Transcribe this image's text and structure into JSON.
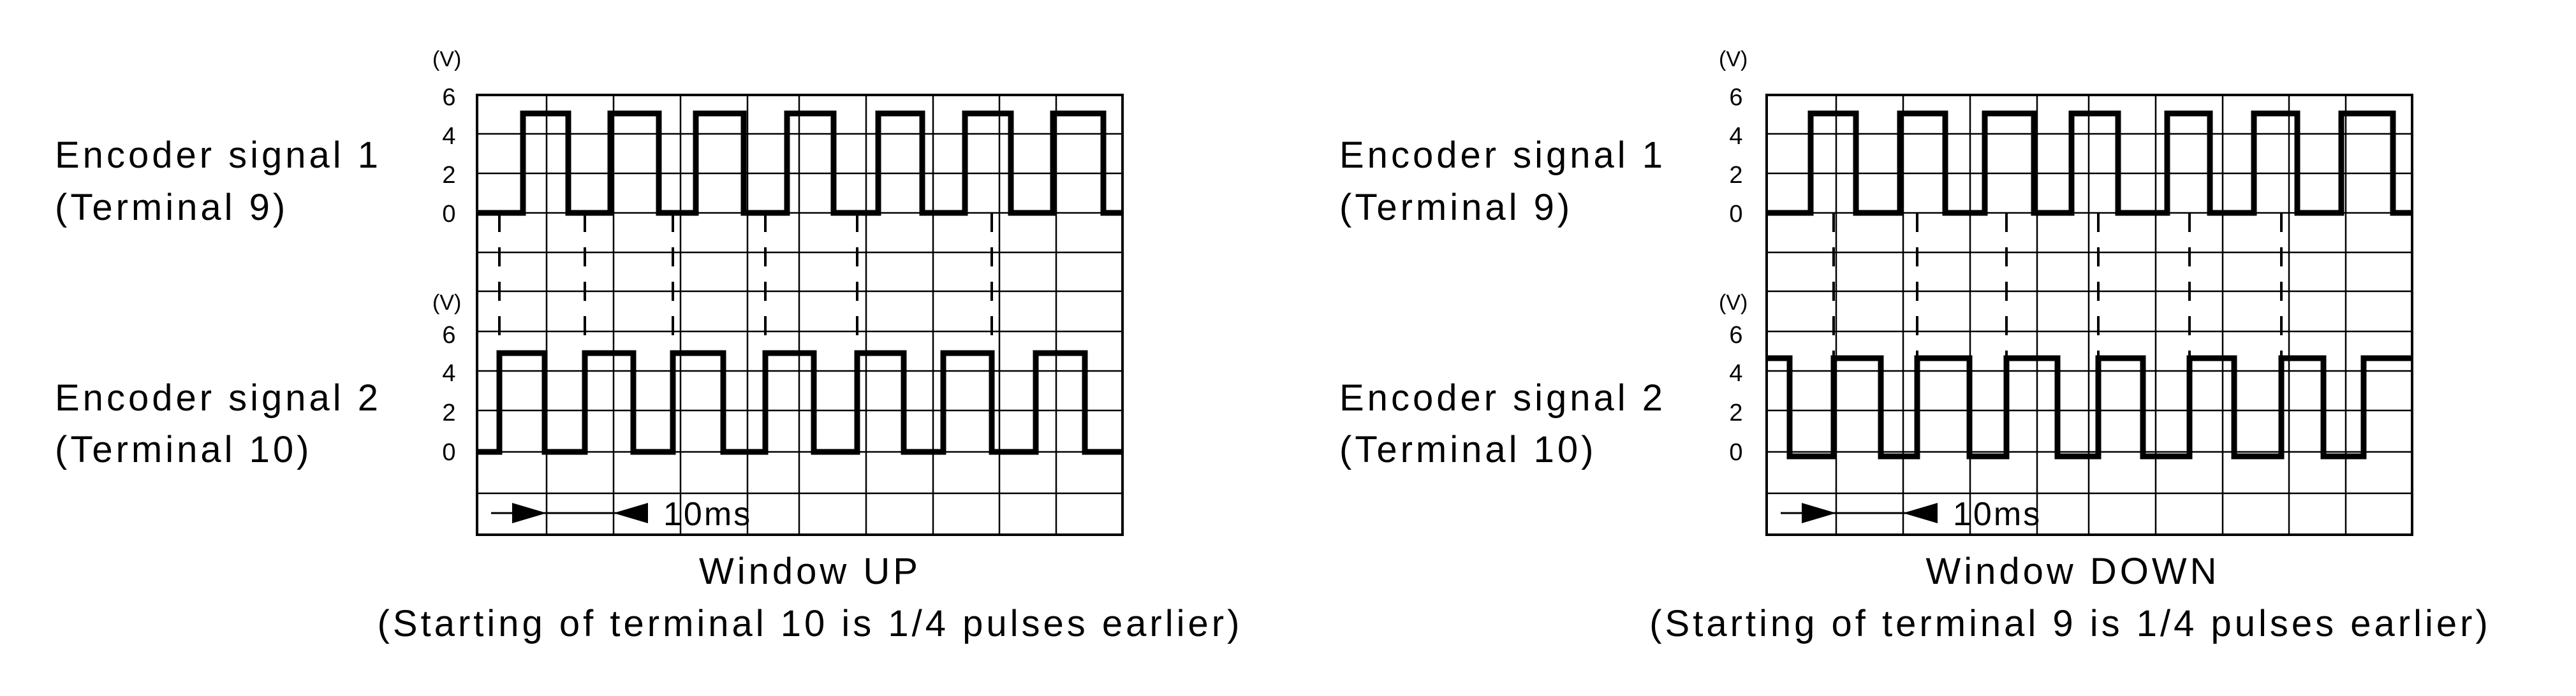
{
  "panels": [
    {
      "id": "up",
      "signal1_label_line1": "Encoder signal 1",
      "signal1_label_line2": "(Terminal 9)",
      "signal2_label_line1": "Encoder signal 2",
      "signal2_label_line2": "(Terminal 10)",
      "unit": "(V)",
      "ticks": [
        "6",
        "4",
        "2",
        "0"
      ],
      "scale_label": "10ms",
      "caption_title": "Window UP",
      "caption_note": "(Starting of terminal 10 is 1/4 pulses earlier)"
    },
    {
      "id": "down",
      "signal1_label_line1": "Encoder signal 1",
      "signal1_label_line2": "(Terminal 9)",
      "signal2_label_line1": "Encoder signal 2",
      "signal2_label_line2": "(Terminal 10)",
      "unit": "(V)",
      "ticks": [
        "6",
        "4",
        "2",
        "0"
      ],
      "scale_label": "10ms",
      "caption_title": "Window DOWN",
      "caption_note": "(Starting of terminal 9 is 1/4 pulses earlier)"
    }
  ],
  "colors": {
    "line": "#000000",
    "background": "#ffffff"
  }
}
